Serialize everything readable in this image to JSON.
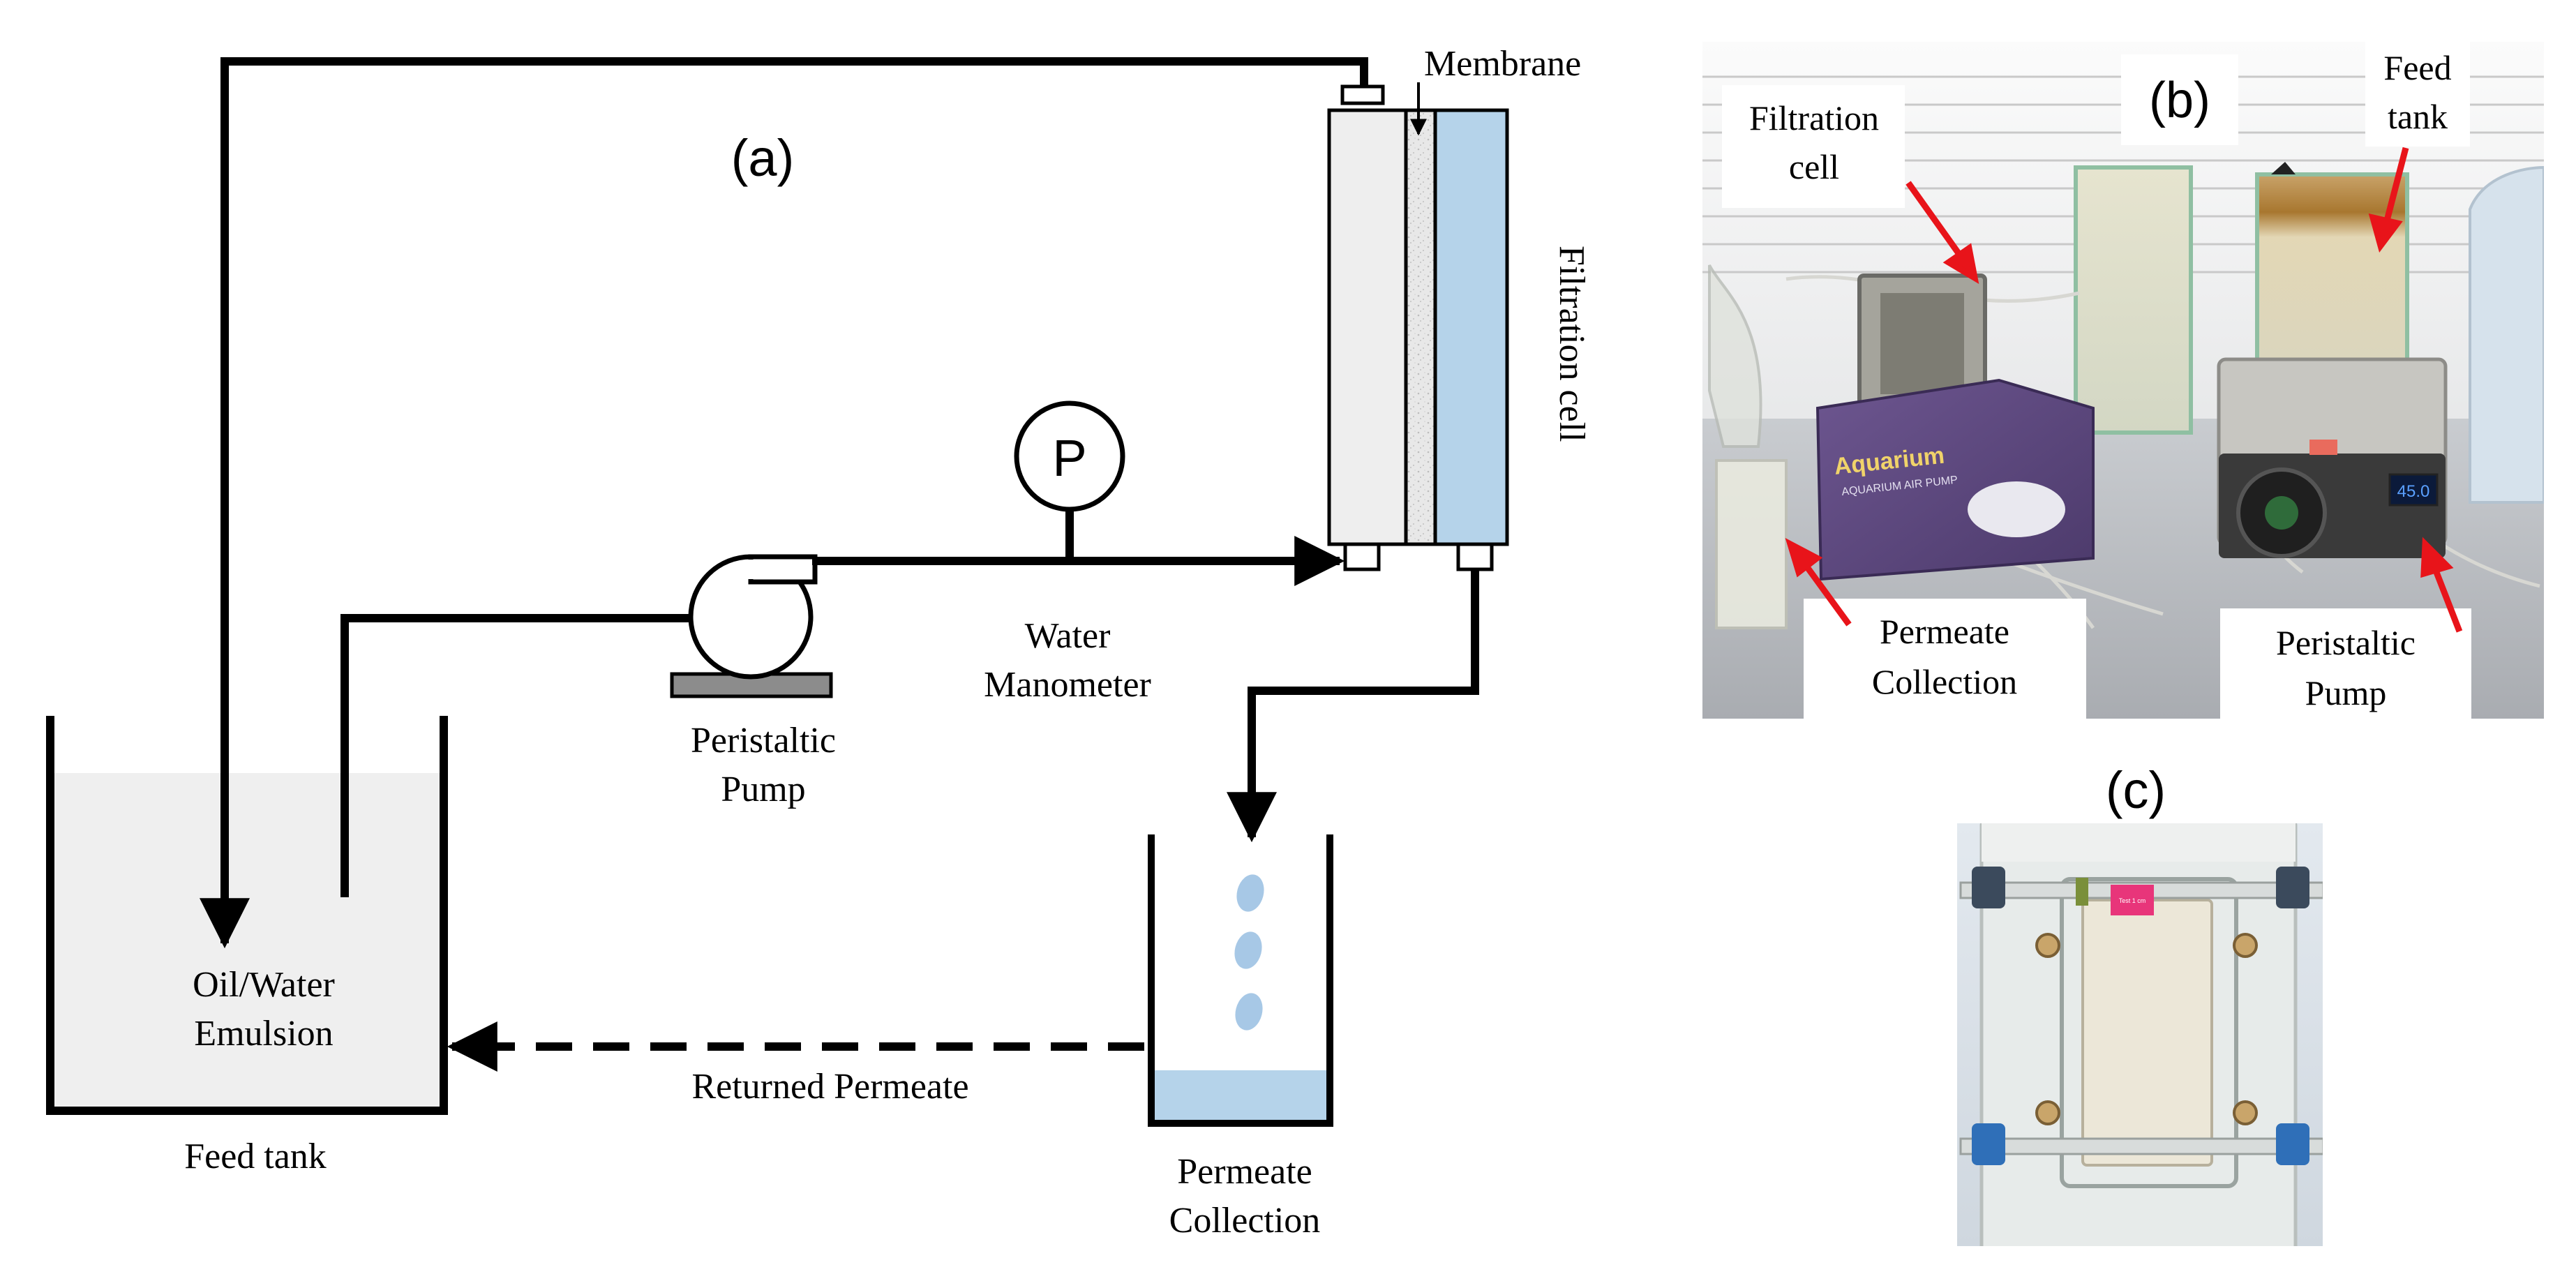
{
  "panels": {
    "a": {
      "label": "(a)"
    },
    "b": {
      "label": "(b)"
    },
    "c": {
      "label": "(c)"
    }
  },
  "schematic": {
    "membrane": "Membrane",
    "filtration_cell": "Filtration  cell",
    "pressure_gauge_symbol": "P",
    "water_manometer": [
      "Water",
      "Manometer"
    ],
    "peristaltic_pump": [
      "Peristaltic",
      "Pump"
    ],
    "feed_tank_contents": [
      "Oil/Water",
      "Emulsion"
    ],
    "feed_tank": "Feed tank",
    "returned_permeate": "Returned Permeate",
    "permeate_collection": [
      "Permeate",
      "Collection"
    ]
  },
  "photo_b": {
    "filtration_cell": [
      "Filtration",
      "cell"
    ],
    "feed_tank": [
      "Feed",
      "tank"
    ],
    "permeate_collection": [
      "Permeate",
      "Collection"
    ],
    "peristaltic_pump": [
      "Peristaltic",
      "Pump"
    ],
    "box_brand": "Aquarium",
    "box_subtitle": "AQUARIUM AIR PUMP",
    "pump_display": "45.0"
  },
  "photo_c": {
    "sticker_text": "Test\n1 cm"
  },
  "colors": {
    "line": "#000000",
    "permeate_blue": "#b5d3ea",
    "tank_fill": "#efefef",
    "cell_fill": "#eeeeee",
    "arrow_red": "#e8141a",
    "pump_base": "#8c8c8c"
  }
}
